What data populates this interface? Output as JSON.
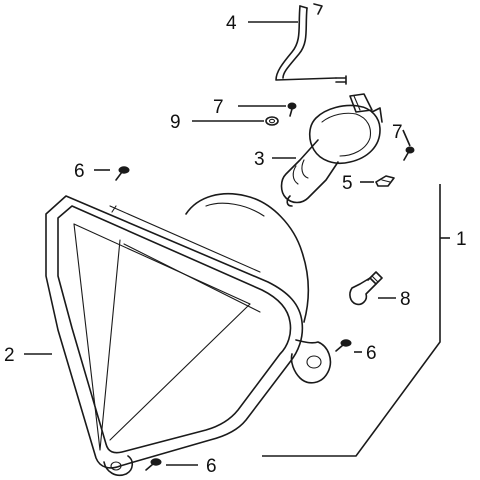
{
  "callouts": {
    "c1": "1",
    "c2": "2",
    "c3": "3",
    "c4": "4",
    "c5": "5",
    "c6a": "6",
    "c6b": "6",
    "c6c": "6",
    "c7a": "7",
    "c7b": "7",
    "c8": "8",
    "c9": "9"
  },
  "colors": {
    "line": "#1a1a1a",
    "background": "#ffffff"
  }
}
